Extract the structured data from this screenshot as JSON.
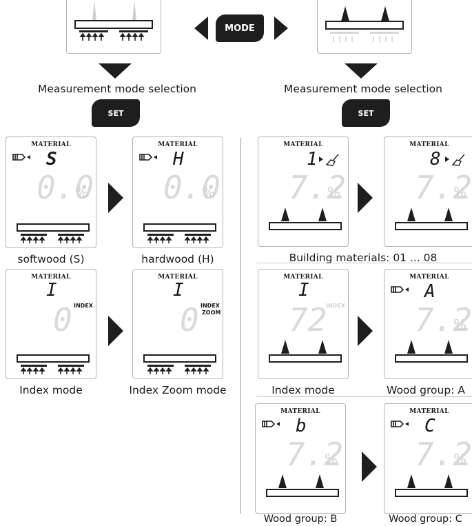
{
  "colors": {
    "dark": "#1e1e1e",
    "faint": "#d6d6d6",
    "border": "#b3b3b3"
  },
  "mode_button": "MODE",
  "set_button": "SET",
  "selection_caption": "Measurement mode selection",
  "material_label": "MATERIAL",
  "percent": "%",
  "index_label": "INDEX",
  "zoom_label": "ZOOM",
  "panels": {
    "softwood": {
      "code": "S",
      "reading": "0.0",
      "caption": "softwood (S)"
    },
    "hardwood": {
      "code": "H",
      "reading": "0.0",
      "caption": "hardwood (H)"
    },
    "bm_first": {
      "code": "1",
      "reading": "7.2"
    },
    "bm_last": {
      "code": "8",
      "reading": "7.2"
    },
    "building_caption": "Building materials: 01 ... 08",
    "index_left": {
      "code": "I",
      "reading": "0",
      "caption": "Index mode"
    },
    "index_zoom": {
      "code": "I",
      "reading": "0",
      "caption": "Index Zoom mode"
    },
    "index_right": {
      "code": "I",
      "reading": "72",
      "caption": "Index mode"
    },
    "wood_a": {
      "code": "A",
      "reading": "7.2",
      "caption": "Wood group: A"
    },
    "wood_b": {
      "code": "b",
      "reading": "7.2",
      "caption": "Wood group: B"
    },
    "wood_c": {
      "code": "C",
      "reading": "7.2",
      "caption": "Wood group: C"
    }
  }
}
